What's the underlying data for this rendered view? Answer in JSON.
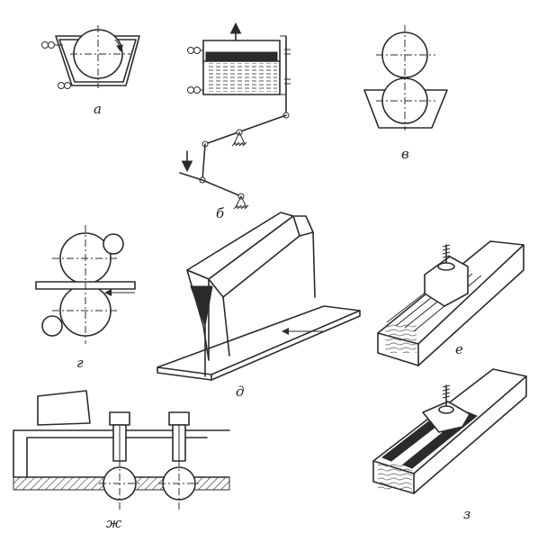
{
  "labels": {
    "a": "а",
    "b": "б",
    "v": "в",
    "g": "г",
    "d": "д",
    "e": "е",
    "zh": "ж",
    "z": "з"
  }
}
